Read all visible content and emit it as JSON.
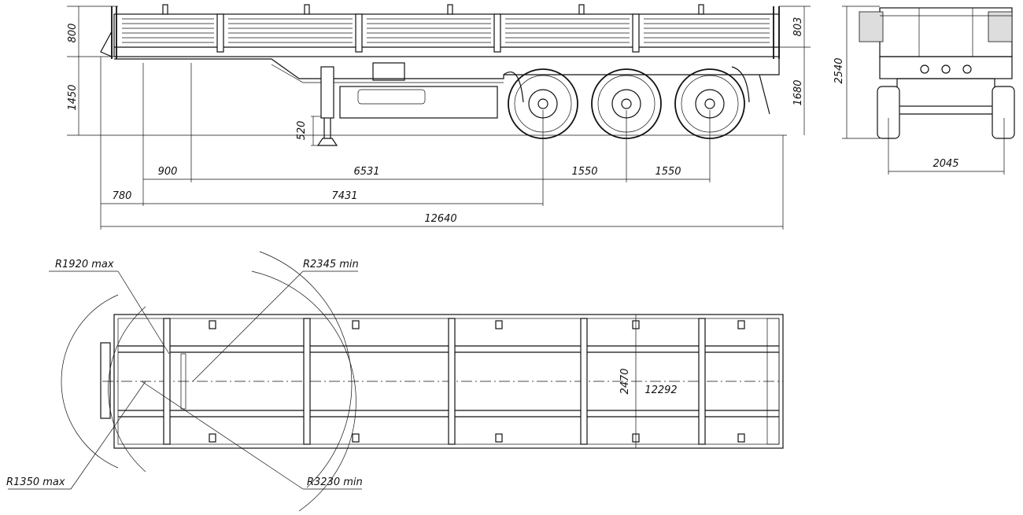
{
  "side_view": {
    "height_dims": {
      "side_wall": "800",
      "frame_height": "1450",
      "kingpin": "520",
      "rear_wall": "803",
      "rear_height": "1680"
    },
    "length_dims": {
      "d900": "900",
      "d6531": "6531",
      "d1550a": "1550",
      "d1550b": "1550",
      "d780": "780",
      "d7431": "7431",
      "d12640": "12640"
    }
  },
  "rear_view": {
    "height": "2540",
    "track": "2045"
  },
  "plan_view": {
    "radius_1": "R1920 max",
    "radius_2": "R2345 min",
    "radius_3": "R1350 max",
    "radius_4": "R3230 min",
    "width": "2470",
    "length": "12292"
  }
}
